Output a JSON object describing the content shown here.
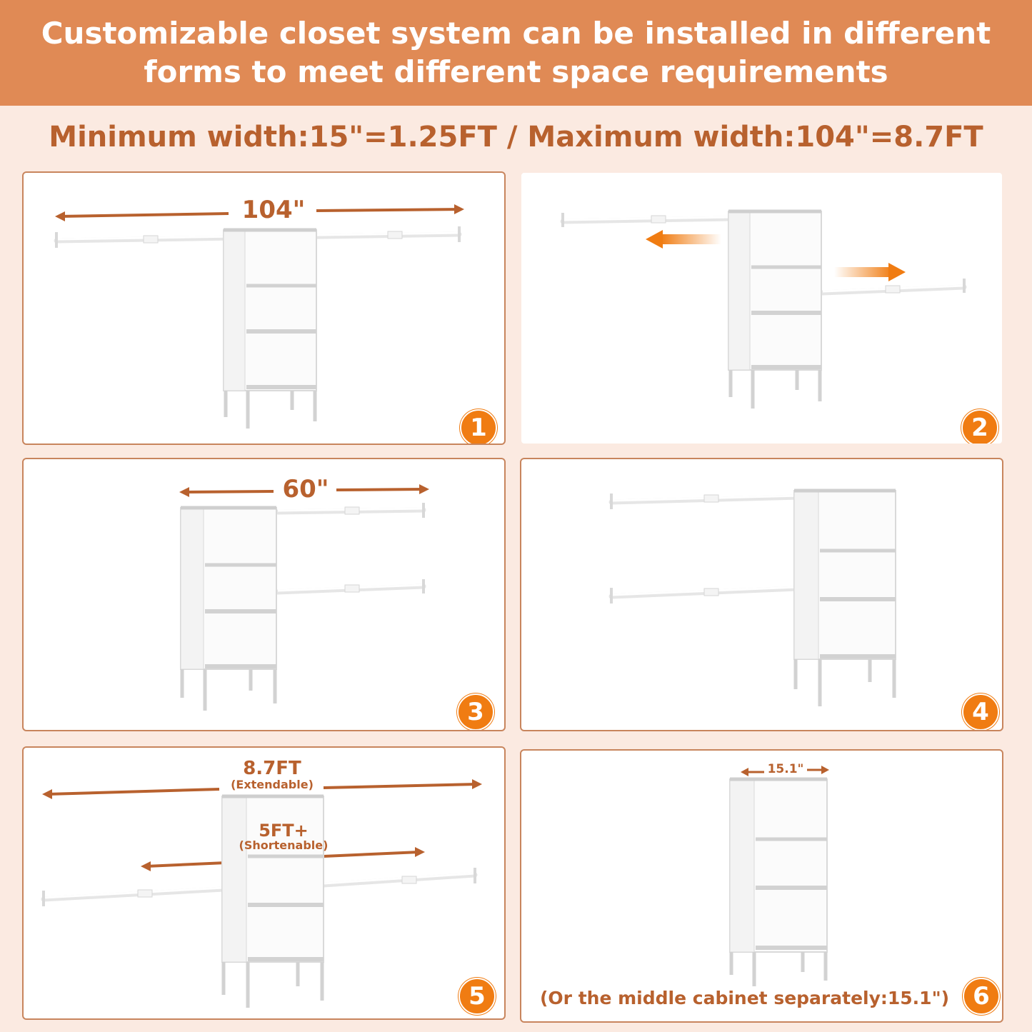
{
  "header": {
    "line1": "Customizable closet system can be installed in different",
    "line2": "forms to meet different space requirements"
  },
  "subheader": {
    "text": "Minimum width:15\"=1.25FT / Maximum width:104\"=8.7FT"
  },
  "panels": [
    {
      "number": "1",
      "dimension": "104\""
    },
    {
      "number": "2"
    },
    {
      "number": "3",
      "dimension": "60\""
    },
    {
      "number": "4"
    },
    {
      "number": "5",
      "dimension_top": "8.7FT",
      "dimension_top_note": "(Extendable)",
      "dimension_mid": "5FT+",
      "dimension_mid_note": "(Shortenable)"
    },
    {
      "number": "6",
      "dimension": "15.1\"",
      "caption": "(Or the middle cabinet separately:15.1\")"
    }
  ],
  "colors": {
    "header_bg": "#e08a55",
    "page_bg": "#fbeae1",
    "accent_text": "#b8612e",
    "arrow": "#b8612e",
    "badge": "#f07c12",
    "motion_arrow": "#f07c12"
  },
  "icons": [
    "closet-cabinet-icon",
    "hanging-rod-icon",
    "dimension-arrow-icon",
    "motion-arrow-icon",
    "number-badge-icon"
  ]
}
